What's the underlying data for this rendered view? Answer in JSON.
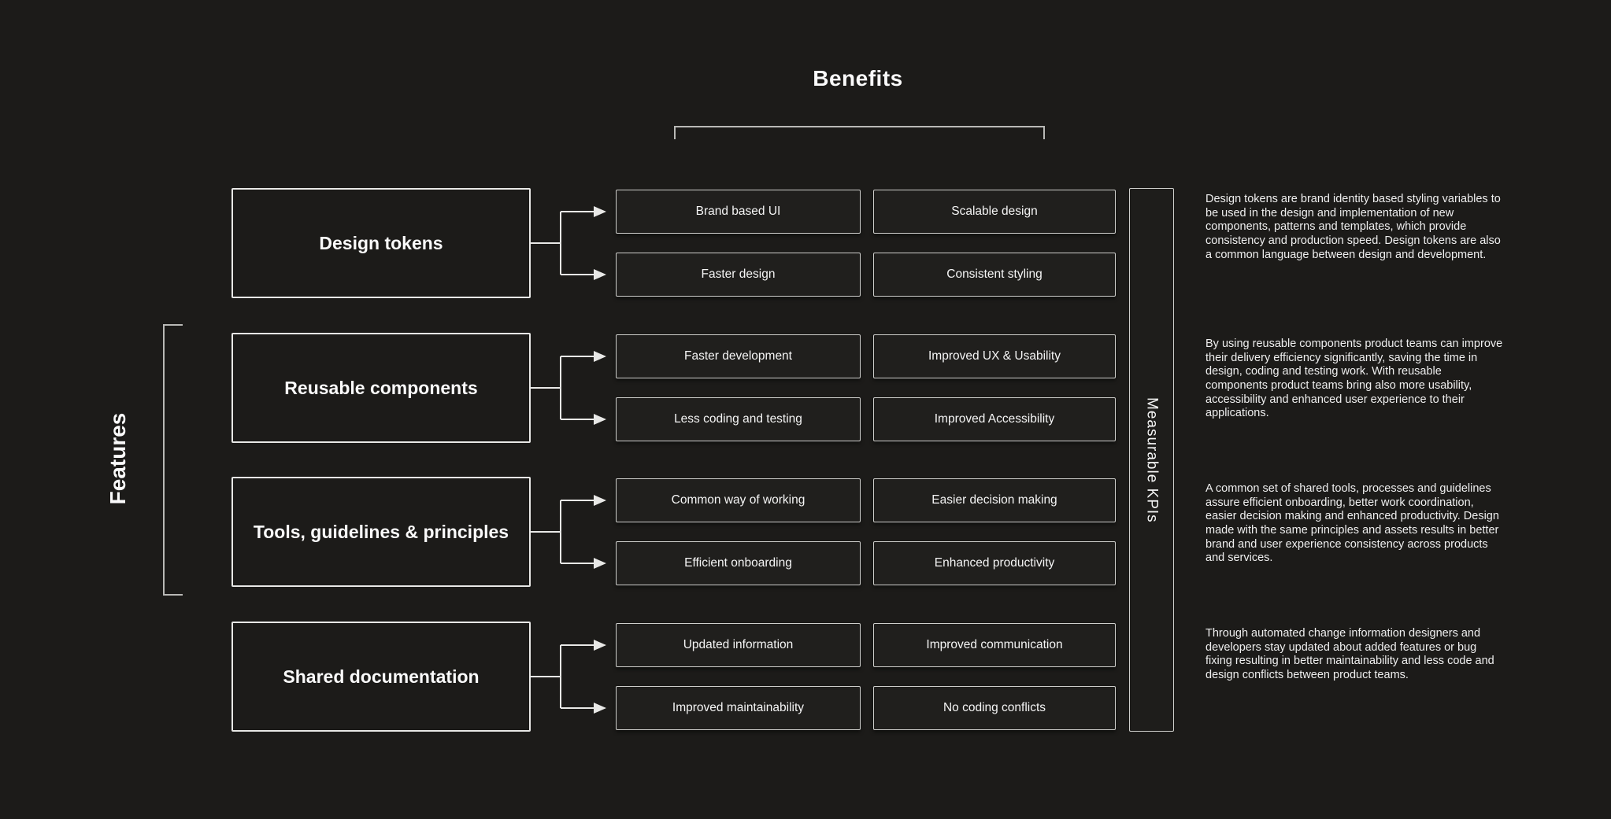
{
  "title": "Benefits",
  "features_label": "Features",
  "kpis_label": "Measurable KPIs",
  "rows": [
    {
      "feature": "Design tokens",
      "benefits": [
        "Brand based UI",
        "Faster design",
        "Scalable design",
        "Consistent styling"
      ],
      "description": "Design tokens are brand identity based styling variables to be used in the design and implementation of new components, patterns and templates, which provide consistency and production speed. Design tokens are also a common language between design and development."
    },
    {
      "feature": "Reusable components",
      "benefits": [
        "Faster development",
        "Less coding and testing",
        "Improved UX & Usability",
        "Improved Accessibility"
      ],
      "description": "By using reusable components product teams can improve their delivery efficiency significantly, saving the time in design, coding and testing work. With reusable components product teams bring also more usability, accessibility and enhanced user experience to their applications."
    },
    {
      "feature": "Tools, guidelines & principles",
      "benefits": [
        "Common way of working",
        "Efficient onboarding",
        "Easier decision making",
        "Enhanced productivity"
      ],
      "description": "A common set of shared tools, processes and guidelines assure efficient onboarding, better work coordination, easier decision making and enhanced productivity. Design made with the same principles and assets results in better brand and user experience consistency across products and services."
    },
    {
      "feature": "Shared documentation",
      "benefits": [
        "Updated information",
        "Improved maintainability",
        "Improved communication",
        "No coding conflicts"
      ],
      "description": "Through automated change information designers and developers stay updated about added features or bug fixing resulting in better maintainability and less code and design conflicts between product teams."
    }
  ]
}
